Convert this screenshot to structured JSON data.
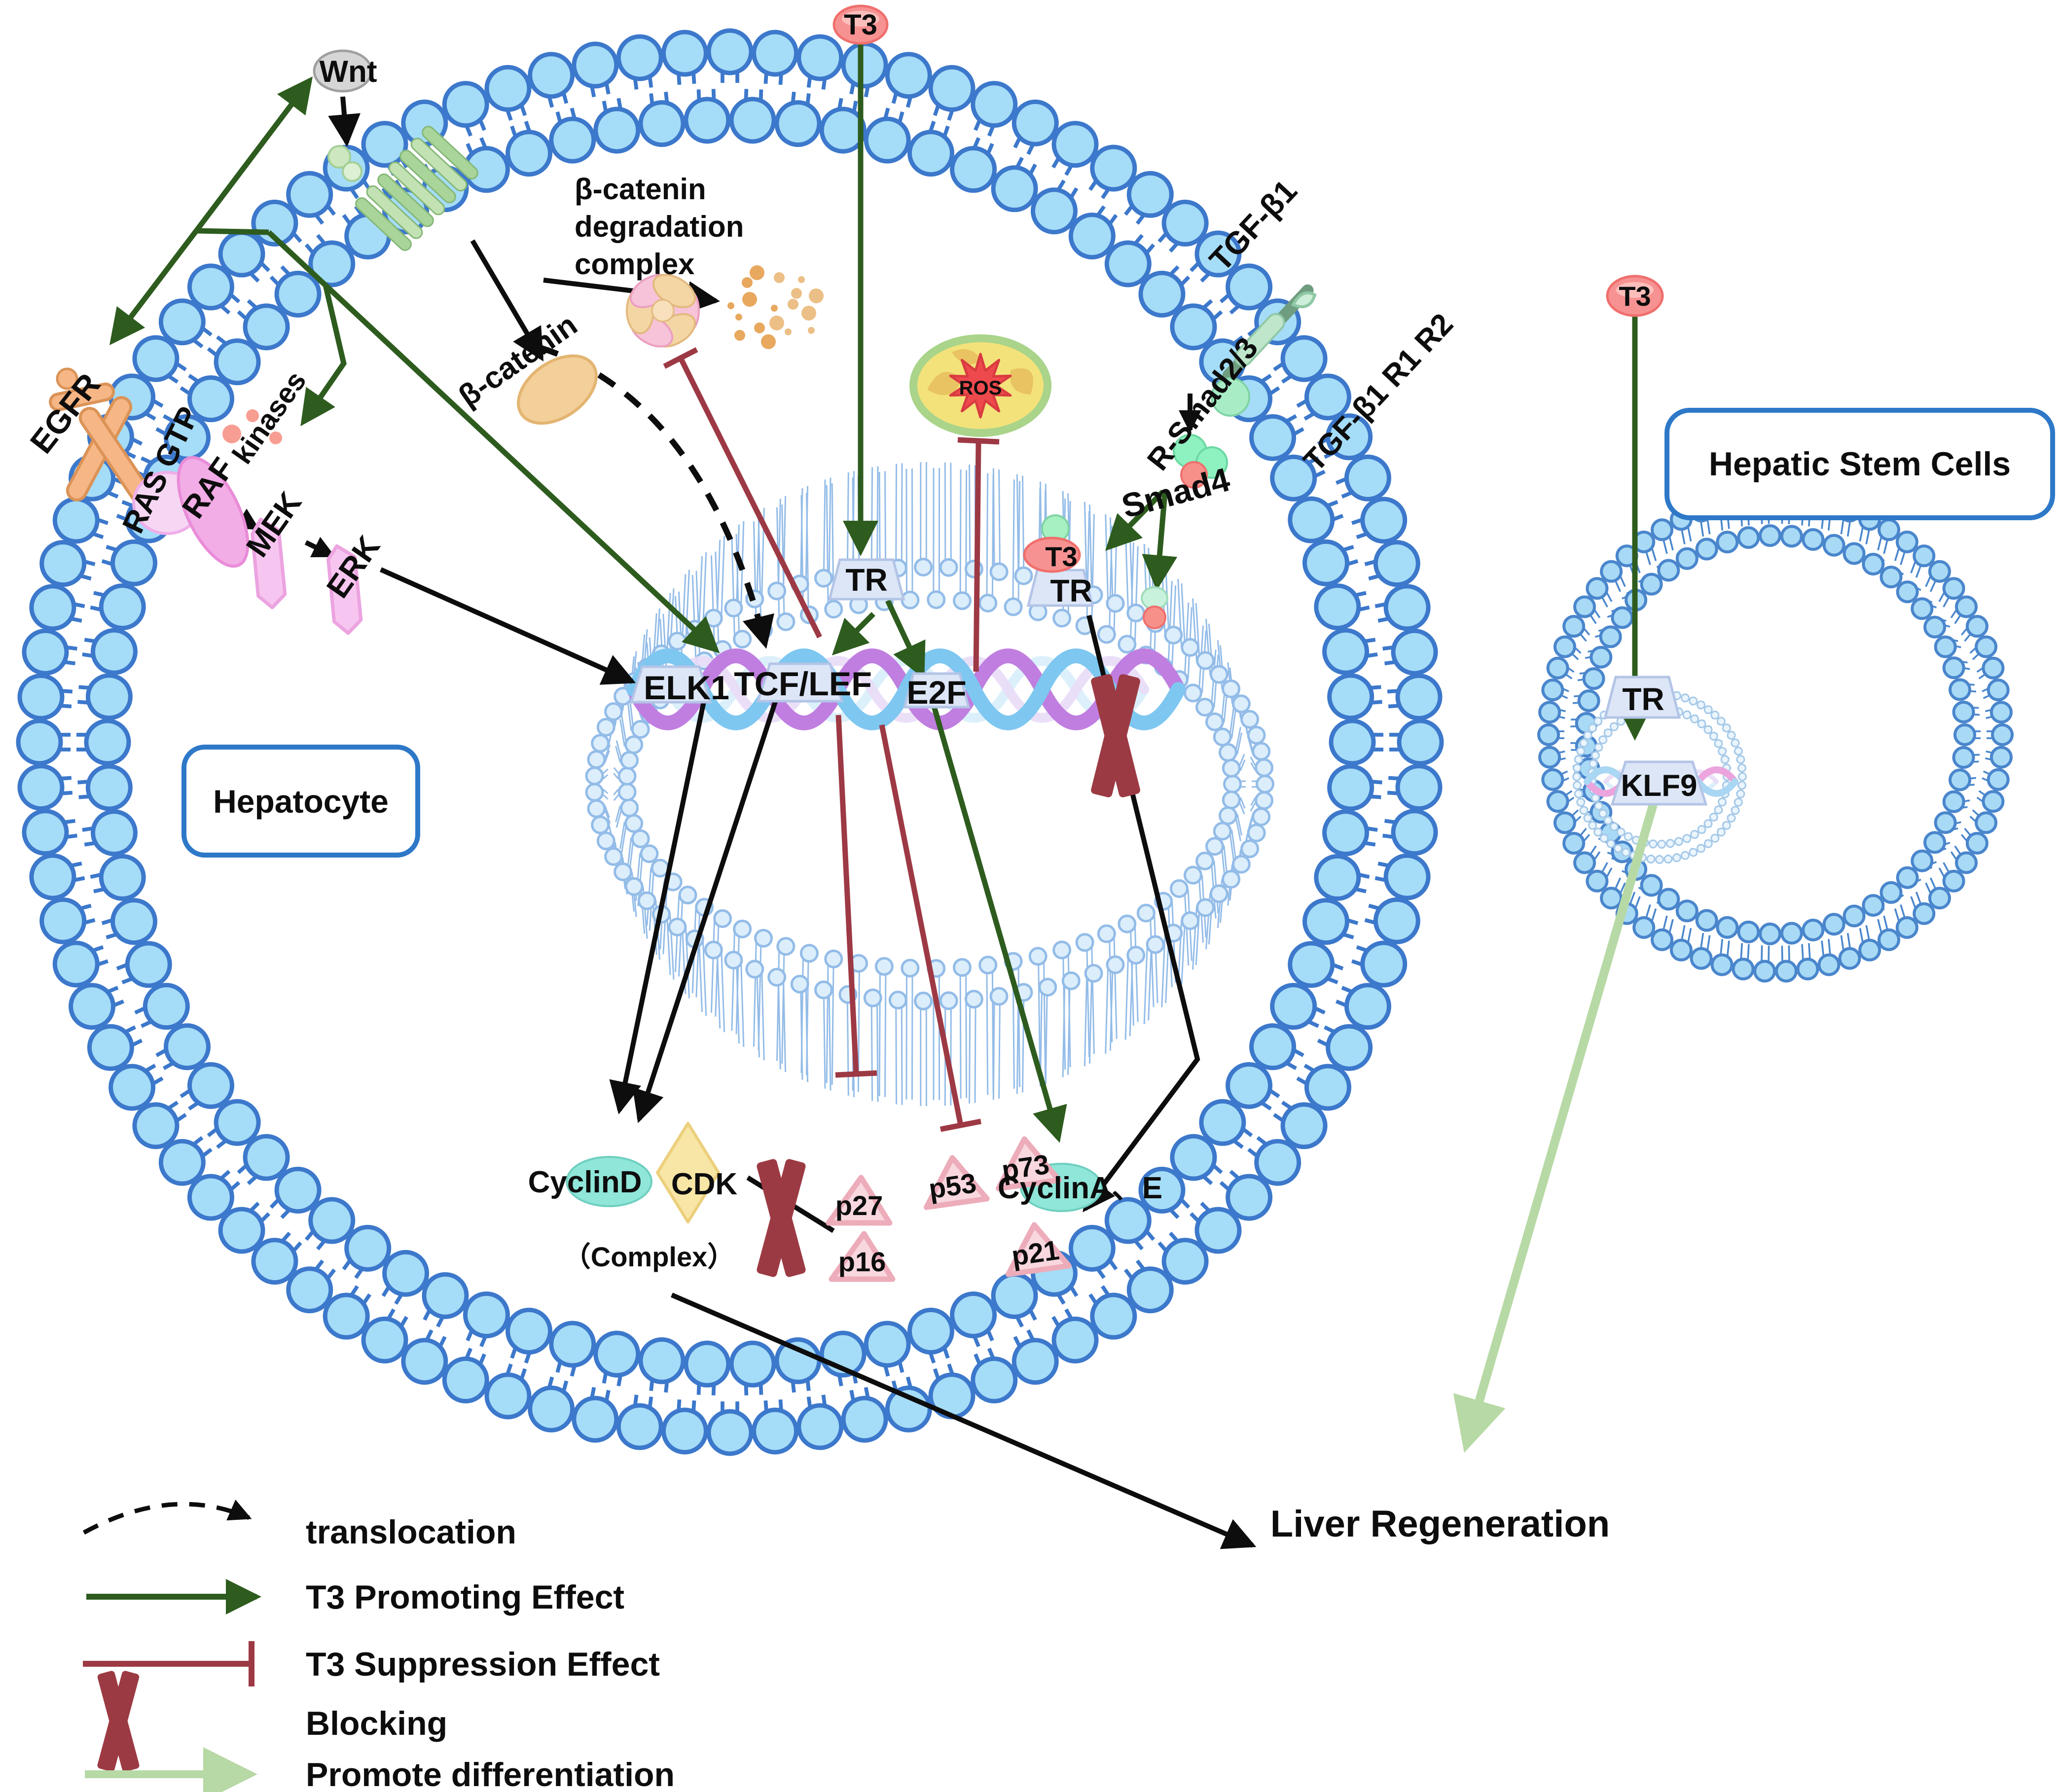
{
  "figure": {
    "type": "signaling-pathway-diagram",
    "cells": {
      "hepatocyte_label": "Hepatocyte",
      "stem_cells_label": "Hepatic Stem Cells"
    },
    "molecules": {
      "t3": "T3",
      "wnt": "Wnt",
      "egfr": "EGFR",
      "ras_gtp": "RAS GTP",
      "raf": "RAF",
      "kinases": "kinases",
      "mek": "MEK",
      "erk": "ERK",
      "beta_catenin": "β-catenin",
      "degradation_line1": "β-catenin",
      "degradation_line2": "degradation",
      "degradation_line3": "complex",
      "tr": "TR",
      "elk1": "ELK1",
      "tcf_lef": "TCF/LEF",
      "e2f": "E2F",
      "ros": "ROS",
      "tgfb1": "TGF-β1",
      "tgfb1_receptors": "TGF-β1 R1 R2",
      "r_smad23": "R-Smad2/3",
      "smad4": "Smad4",
      "cyclin_d": "CyclinD",
      "cdk": "CDK",
      "complex": "（Complex）",
      "cyclin_ae": "CyclinA、E",
      "p27": "p27",
      "p16": "p16",
      "p53": "p53",
      "p73": "p73",
      "p21": "p21",
      "klf9": "KLF9"
    },
    "outcome": "Liver  Regeneration",
    "legend": [
      {
        "symbol": "dashed-arc-arrow",
        "label": "translocation"
      },
      {
        "symbol": "dark-green-arrow",
        "label": "T3 Promoting Effect"
      },
      {
        "symbol": "dark-red-tbar",
        "label": "T3 Suppression Effect"
      },
      {
        "symbol": "dark-red-x",
        "label": "Blocking"
      },
      {
        "symbol": "light-green-arrow",
        "label": "Promote differentiation"
      }
    ],
    "colors": {
      "promote_arrow": "#2d5c1e",
      "suppress_line": "#9d3944",
      "blocking_x": "#9c3a43",
      "differentiation_arrow": "#b7d9a5",
      "membrane_stroke": "#3c78cb",
      "membrane_fill": "#a5dcf7",
      "nuclear_membrane_stroke": "#93bce8",
      "nuclear_membrane_fill": "#dceefb",
      "t3_fill": "#f79292",
      "wnt_fill": "#d6d6d6",
      "tf_trapezoid_fill": "#dce6f7",
      "dna_blue": "#7ec7f0",
      "dna_purple": "#c07ee0",
      "cyclin_fill": "#8fe6d9",
      "cdk_fill": "#f8e6a6",
      "p_triangle_fill": "#f8d8de",
      "box_stroke": "#2e78c8",
      "ros_star": "#ee4a4e",
      "smad_green": "#8ef2c0",
      "smad_red": "#f79089",
      "beta_catenin_fill": "#f3cf9a"
    }
  }
}
